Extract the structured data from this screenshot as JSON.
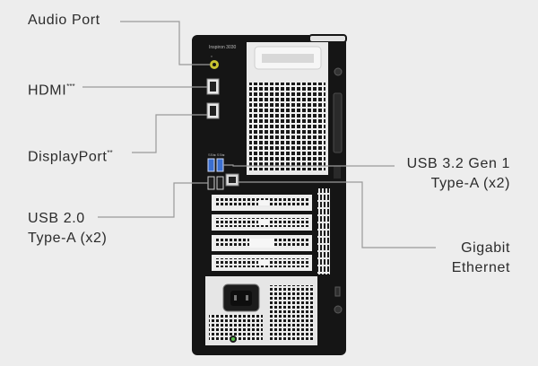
{
  "labels": {
    "audio_port": "Audio Port",
    "hdmi": "HDMI",
    "hdmi_mark": "***",
    "displayport": "DisplayPort",
    "displayport_mark": "**",
    "usb32_line1": "USB 3.2 Gen 1",
    "usb32_line2": "Type-A (x2)",
    "usb20_line1": "USB 2.0",
    "usb20_line2": "Type-A (x2)",
    "ethernet_line1": "Gigabit",
    "ethernet_line2": "Ethernet"
  },
  "device": {
    "model_text": "Inspiron 3030"
  },
  "colors": {
    "background": "#ededed",
    "chassis": "#151515",
    "leader_line": "#9a9a9a",
    "text": "#2b2b2b",
    "usb3_port": "#3b6fd0",
    "audio_jack": "#c9c431"
  }
}
